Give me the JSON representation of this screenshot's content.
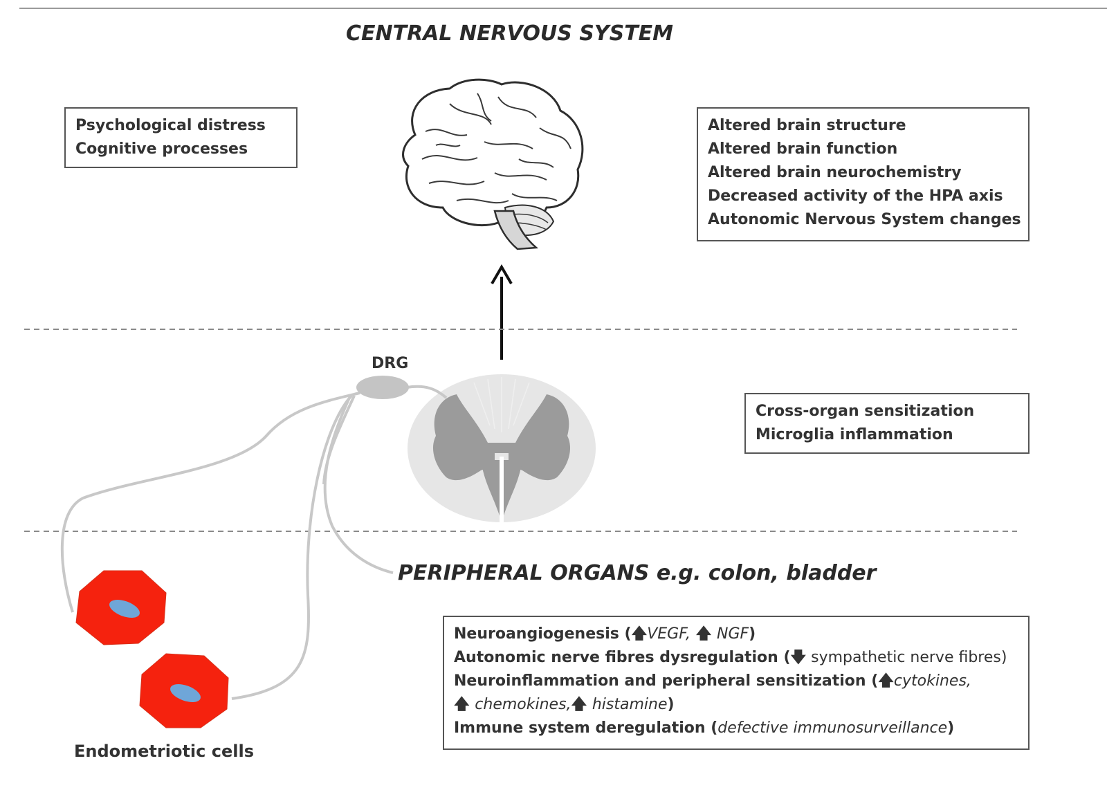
{
  "titles": {
    "cns": "CENTRAL NERVOUS SYSTEM",
    "peripheral": "PERIPHERAL ORGANS e.g. colon, bladder"
  },
  "labels": {
    "drg": "DRG",
    "endometriotic_cells": "Endometriotic cells"
  },
  "boxes": {
    "psych": [
      "Psychological distress",
      "Cognitive processes"
    ],
    "brain": [
      "Altered brain structure",
      "Altered brain function",
      "Altered brain neurochemistry",
      "Decreased activity of the HPA axis",
      "Autonomic Nervous System changes"
    ],
    "spinal": [
      "Cross-organ sensitization",
      "Microglia inflammation"
    ],
    "peripheral": {
      "l1a": "Neuroangiogenesis (",
      "l1b": "VEGF,",
      "l1c": "NGF",
      "l1d": ")",
      "l2a": "Autonomic nerve fibres dysregulation (",
      "l2b": " sympathetic nerve fibres)",
      "l3a": "Neuroinflammation and peripheral sensitization (",
      "l3b": "cytokines,",
      "l4a": "chemokines,",
      "l4b": "histamine",
      "l4c": ")",
      "l5a": "Immune system deregulation  (",
      "l5b": "defective immunosurveillance",
      "l5c": ")"
    }
  },
  "glyphs": {
    "up": "🡅",
    "down": "🡇"
  },
  "colors": {
    "cell_fill": "#f5220e",
    "cell_nucleus": "#6fa6d8",
    "nerve": "#c8c8c8",
    "spinal_outer": "#e6e6e6",
    "spinal_gray": "#9b9b9b",
    "drg": "#c4c4c4",
    "divider": "#8a8a8a"
  }
}
